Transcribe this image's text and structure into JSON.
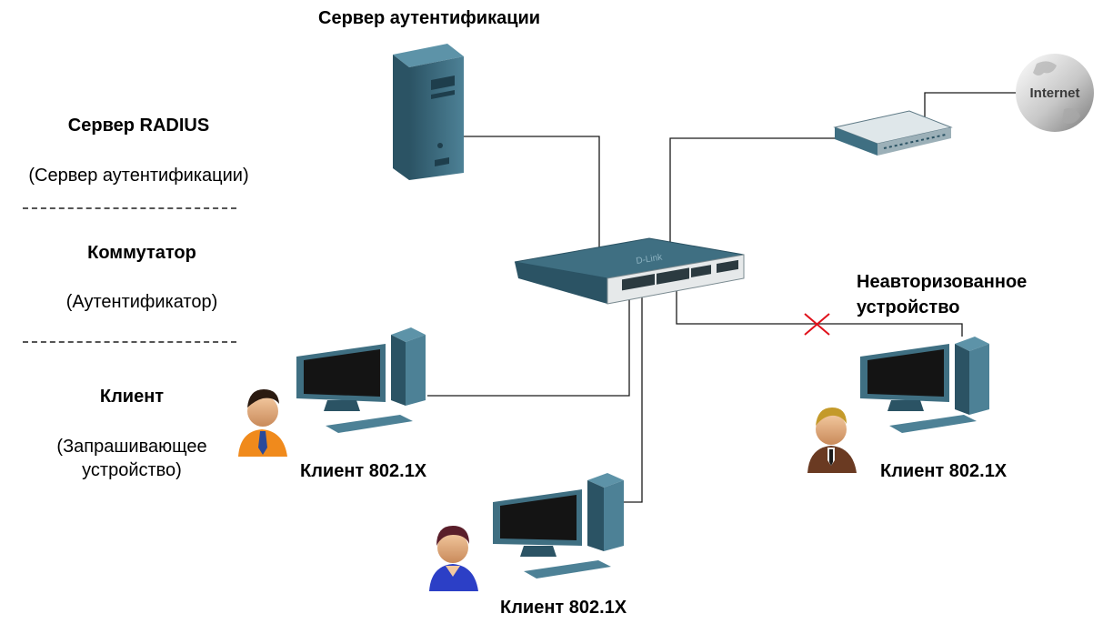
{
  "legend": {
    "server_title": "Сервер RADIUS",
    "server_sub": "(Сервер аутентификации)",
    "switch_title": "Коммутатор",
    "switch_sub": "(Аутентификатор)",
    "client_title": "Клиент",
    "client_sub_line1": "(Запрашивающее",
    "client_sub_line2": "устройство)"
  },
  "diagram": {
    "auth_server_label": "Сервер аутентификации",
    "internet_label": "Internet",
    "switch_brand": "D-Link",
    "unauthorized_line1": "Неавторизованное",
    "unauthorized_line2": "устройство",
    "client_left_label": "Клиент 802.1X",
    "client_bottom_label": "Клиент 802.1X",
    "client_right_label": "Клиент 802.1X"
  },
  "colors": {
    "device_teal": "#3f6f82",
    "device_teal_dark": "#2b5364",
    "monitor_screen": "#141414",
    "blocked_mark": "#e0101a",
    "person_orange": "#f08a1c",
    "person_blue": "#2c3fc6",
    "person_brown": "#6a3a22"
  }
}
